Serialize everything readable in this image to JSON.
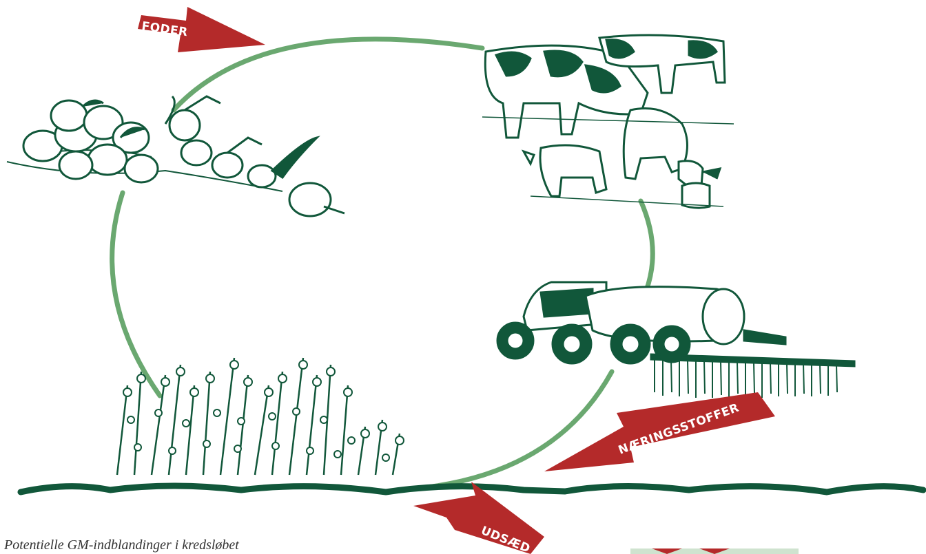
{
  "labels": {
    "feed": "FODER",
    "nutrients": "NÆRINGSSTOFFER",
    "seed": "UDSÆD"
  },
  "caption": "Potentielle GM-indblandinger i kredsløbet",
  "colors": {
    "cycle": "#6aa870",
    "arrow": "#b42a2a",
    "ink": "#11573a",
    "legend_bg": "#cfe3cf"
  }
}
